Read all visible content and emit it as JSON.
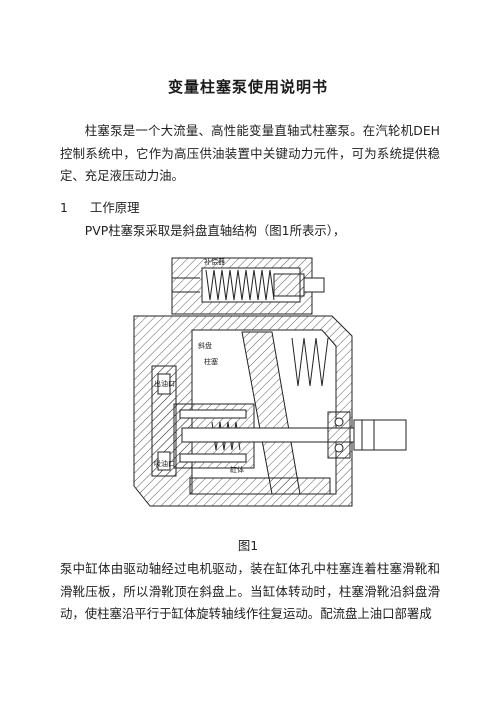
{
  "document": {
    "title": "变量柱塞泵使用说明书",
    "intro": "柱塞泵是一个大流量、高性能变量直轴式柱塞泵。在汽轮机DEH控制系统中，它作为高压供油装置中关键动力元件，可为系统提供稳定、充足液压动力油。",
    "section": {
      "number": "1",
      "title": "工作原理"
    },
    "section_text": "PVP柱塞泵采取是斜盘直轴结构（图1所表示），",
    "figure": {
      "caption": "图1",
      "labels": {
        "l1": "补偿器",
        "l2": "斜盘",
        "l3": "柱塞",
        "l4": "出油口",
        "l5": "缸体",
        "l6": "吸油口"
      }
    },
    "body": "泵中缸体由驱动轴经过电机驱动，装在缸体孔中柱塞连着柱塞滑靴和滑靴压板，所以滑靴顶在斜盘上。当缸体转动时，柱塞滑靴沿斜盘滑动，使柱塞沿平行于缸体旋转轴线作往复运动。配流盘上油口部署成"
  }
}
